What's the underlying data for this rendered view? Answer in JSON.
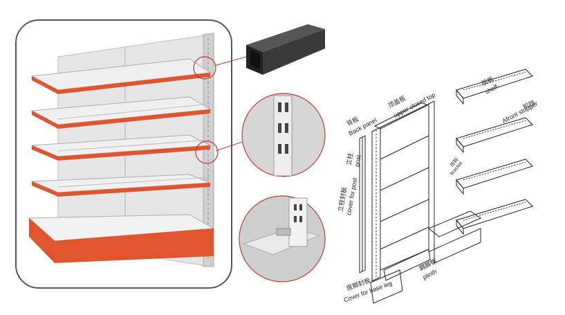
{
  "labels": {
    "back_panel_cn": "背板",
    "back_panel_en": "Back panel",
    "upper_closed_top_cn": "顶盖板",
    "upper_closed_top_en": "upper closed top",
    "post_cn": "立柱",
    "post_en": "post",
    "cover_for_post_cn": "立柱封板",
    "cover_for_post_en": "cover for post",
    "plinth_cn": "踢脚板",
    "plinth_en": "plinth",
    "cover_base_leg_cn": "底脚封板",
    "cover_base_leg_en": "Cover for base leg",
    "shelf_cn": "层板",
    "shelf_en": "shelf",
    "afront_stopper_cn": "前挡",
    "afront_stopper_en": "Afront stopper",
    "small_cn": "挂钩",
    "small_en": "bracket"
  },
  "colors": {
    "shelf_red": "#e0552e",
    "panel_grey": "#dcdcdc",
    "frame": "#555555",
    "tube_black": "#2a2a2a"
  }
}
